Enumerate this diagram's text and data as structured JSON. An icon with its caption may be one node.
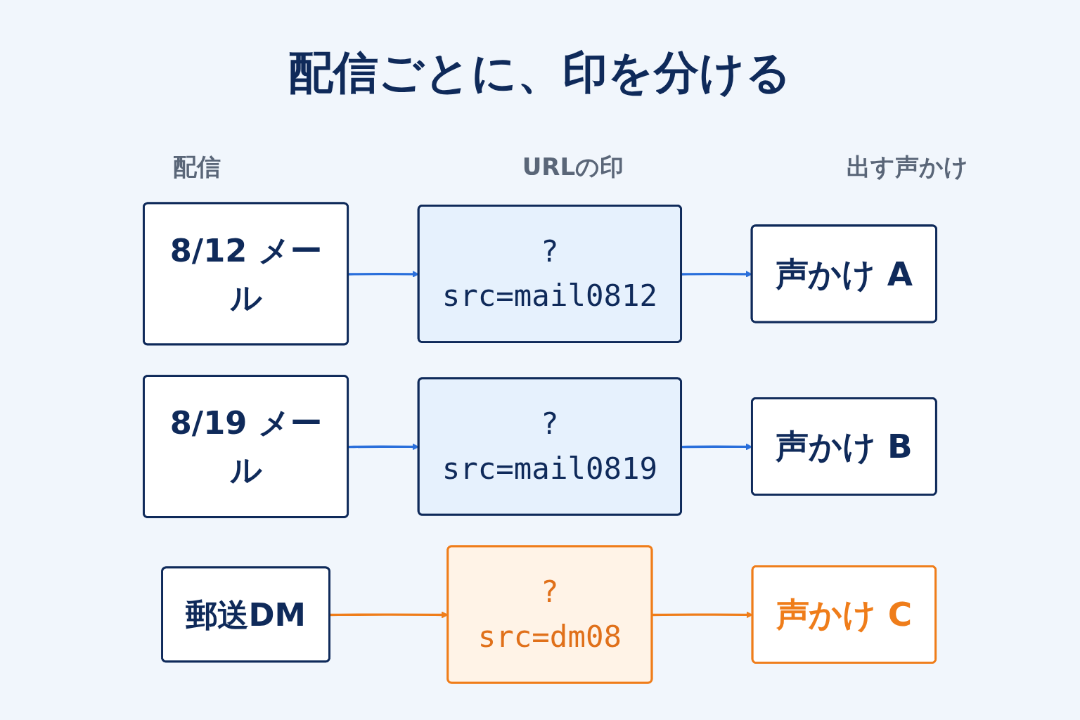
{
  "diagram": {
    "title": "配信ごとに、印を分ける",
    "nodes": [
      {
        "text": [
          "8/12 メール"
        ]
      },
      {
        "text": [
          "?src=mail0812"
        ]
      },
      {
        "text": [
          "声かけ A"
        ]
      },
      {
        "text": [
          "8/19 メール"
        ]
      },
      {
        "text": [
          "?src=mail0819"
        ]
      },
      {
        "text": [
          "声かけ B"
        ]
      },
      {
        "text": [
          "郵送DM"
        ]
      },
      {
        "text": [
          "?src=dm08"
        ]
      },
      {
        "text": [
          "声かけ C"
        ]
      }
    ],
    "edges": [
      {
        "from": 0,
        "to": 1,
        "arrow": "to"
      },
      {
        "from": 1,
        "to": 2,
        "arrow": "to"
      },
      {
        "from": 3,
        "to": 4,
        "arrow": "to"
      },
      {
        "from": 4,
        "to": 5,
        "arrow": "to"
      },
      {
        "from": 6,
        "to": 7,
        "arrow": "to",
        "color": "#ef7d1a"
      },
      {
        "from": 7,
        "to": 8,
        "arrow": "to",
        "color": "#ef7d1a"
      }
    ],
    "labels": [
      "配信",
      "URLの印",
      "出す声かけ"
    ]
  }
}
